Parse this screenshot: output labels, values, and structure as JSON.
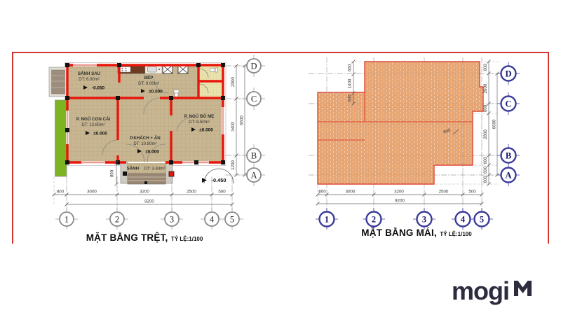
{
  "page": {
    "colors": {
      "border_red": "#cf3830",
      "wall_red": "#e8160c",
      "roof_tile": "#eda567",
      "roof_outline": "#e04838",
      "planter_green": "#7cb521",
      "grid_bubble_navy": "#3b3b9a",
      "logo_navy": "#2d2c3f"
    }
  },
  "ground_plan": {
    "title": "MẶT BẰNG TRỆT,",
    "scale_label": "TỶ LỆ:1/100",
    "rooms": [
      {
        "name": "SẢNH SAU",
        "area": "DT: 6.00m²",
        "level": "-0.050"
      },
      {
        "name": "BẾP",
        "area": "DT: 9.00m²",
        "level": "±0.000"
      },
      {
        "name": "P. NGỦ CON CÁI",
        "area": "DT: 13.80m²",
        "level": "±0.000"
      },
      {
        "name": "P.KHÁCH + ĂN",
        "area": "DT: 10.80m²",
        "level": "±0.000"
      },
      {
        "name": "P. NGỦ BỐ MẸ",
        "area": "DT: 8.50m²",
        "level": "±0.000"
      },
      {
        "name": "SẢNH",
        "area": "DT: 3.84m²"
      }
    ],
    "outdoor_level": "-0.450",
    "grid_columns": [
      "1",
      "2",
      "3",
      "4",
      "5"
    ],
    "grid_rows": [
      "D",
      "C",
      "B",
      "A"
    ],
    "dims_bottom": [
      "800",
      "3000",
      "3200",
      "2500",
      "500"
    ],
    "dim_bottom_total": "9200",
    "dims_right": [
      "2000",
      "3400",
      "1200"
    ],
    "dim_right_total": "6600",
    "dim_porch_depth": "800"
  },
  "roof_plan": {
    "title": "MẶT BẰNG MÁI,",
    "scale_label": "TỶ LỆ:1/100",
    "grid_columns": [
      "1",
      "2",
      "3",
      "4",
      "5"
    ],
    "grid_rows": [
      "D",
      "C",
      "B",
      "A"
    ],
    "dims_bottom": [
      "600",
      "3000",
      "3200",
      "2500",
      "500"
    ],
    "dim_bottom_total": "9200",
    "dims_right": [
      "600",
      "2000",
      "600",
      "2800",
      "600",
      "600",
      "600"
    ],
    "dim_right_total": "6600",
    "dims_left": [
      "600",
      "1400",
      "600"
    ],
    "eave_offset_label": "600"
  },
  "logo": {
    "text": "mogi"
  }
}
